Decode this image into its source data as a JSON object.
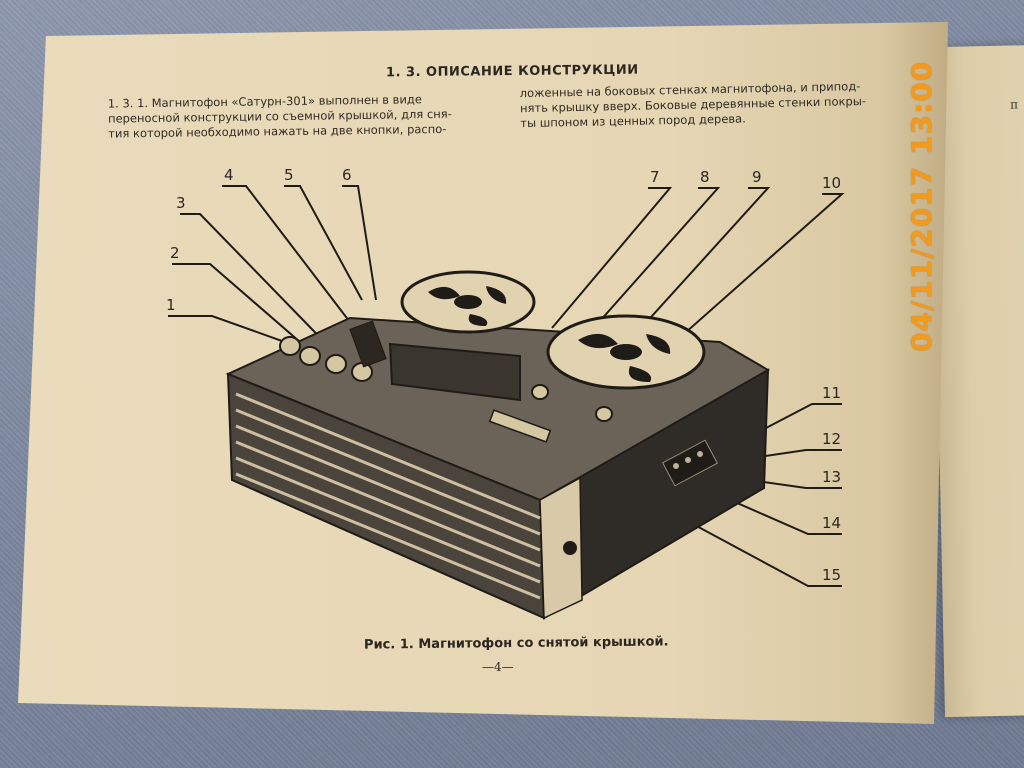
{
  "document": {
    "section_heading": "1. 3. ОПИСАНИЕ КОНСТРУКЦИИ",
    "left_column": [
      "1. 3. 1. Магнитофон «Сатурн-301» выполнен в виде",
      "переносной конструкции со съемной крышкой, для сня-",
      "тия которой необходимо нажать на две кнопки, распо-"
    ],
    "right_column": [
      "ложенные на боковых стенках магнитофона, и припод-",
      "нять крышку вверх. Боковые деревянные стенки покры-",
      "ты шпоном из ценных пород дерева."
    ],
    "figure_caption": "Рис. 1. Магнитофон со снятой крышкой.",
    "page_number": "—4—",
    "next_page_fragment": "п"
  },
  "callouts": [
    "1",
    "2",
    "3",
    "4",
    "5",
    "6",
    "7",
    "8",
    "9",
    "10",
    "11",
    "12",
    "13",
    "14",
    "15"
  ],
  "camera_date_stamp": "04/11/2017 13:00",
  "colors": {
    "paper": "#e6d6b4",
    "ink": "#2b2620",
    "stamp": "#f29a1d",
    "background_cloth": "#7f8aa0"
  }
}
